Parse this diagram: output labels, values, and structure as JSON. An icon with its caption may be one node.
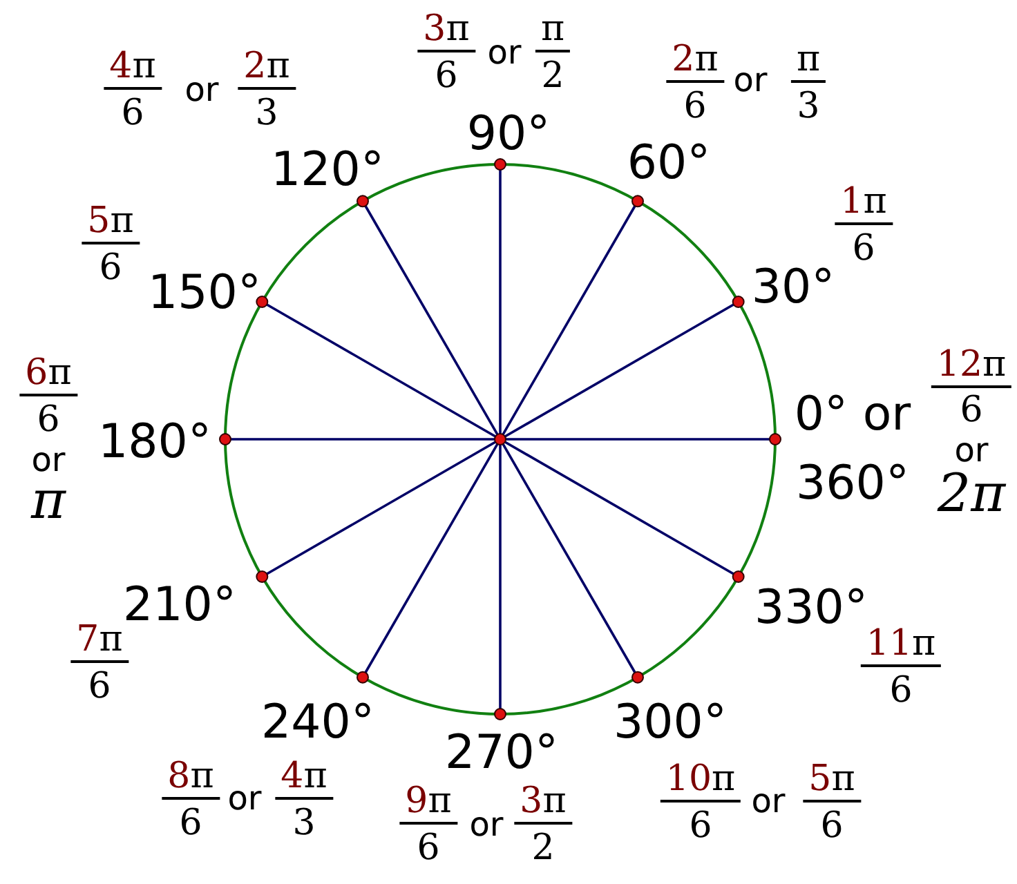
{
  "diagram": {
    "nodes": [
      {
        "text": [],
        "shape": "circle"
      },
      {
        "text": [],
        "shape": "circle",
        "beside": [
          "0° or",
          "12π",
          "6",
          "or",
          "360°",
          "2π"
        ]
      },
      {
        "text": [],
        "shape": "circle",
        "beside": [
          "1π",
          "6",
          "30°"
        ]
      },
      {
        "text": [],
        "shape": "circle",
        "beside": [
          "2π",
          "6",
          "or",
          "π",
          "3",
          "60°"
        ]
      },
      {
        "text": [],
        "shape": "circle",
        "beside": [
          "3π",
          "6",
          "or",
          "π",
          "2",
          "90°"
        ]
      },
      {
        "text": [],
        "shape": "circle",
        "beside": [
          "4π",
          "6",
          "or",
          "2π",
          "3",
          "120°"
        ]
      },
      {
        "text": [],
        "shape": "circle",
        "beside": [
          "5π",
          "6",
          "150°"
        ]
      },
      {
        "text": [],
        "shape": "circle",
        "beside": [
          "6π",
          "6",
          "180°",
          "or",
          "π"
        ]
      },
      {
        "text": [],
        "shape": "circle",
        "beside": [
          "210°",
          "7π",
          "6"
        ]
      },
      {
        "text": [],
        "shape": "circle",
        "beside": [
          "240°",
          "8π",
          "6",
          "or",
          "4π",
          "3"
        ]
      },
      {
        "text": [],
        "shape": "circle",
        "beside": [
          "270°",
          "9π",
          "6",
          "or",
          "3π",
          "2"
        ]
      },
      {
        "text": [],
        "shape": "circle",
        "beside": [
          "300°",
          "10π",
          "6",
          "or",
          "5π",
          "6"
        ]
      },
      {
        "text": [],
        "shape": "circle",
        "beside": [
          "330°",
          "11π",
          "6"
        ]
      }
    ],
    "edges": [
      {
        "from": 0,
        "to": 1,
        "arrow": "none"
      },
      {
        "from": 0,
        "to": 2,
        "arrow": "none"
      },
      {
        "from": 0,
        "to": 3,
        "arrow": "none"
      },
      {
        "from": 0,
        "to": 4,
        "arrow": "none"
      },
      {
        "from": 0,
        "to": 5,
        "arrow": "none"
      },
      {
        "from": 0,
        "to": 6,
        "arrow": "none"
      },
      {
        "from": 0,
        "to": 7,
        "arrow": "none"
      },
      {
        "from": 0,
        "to": 8,
        "arrow": "none"
      },
      {
        "from": 0,
        "to": 9,
        "arrow": "none"
      },
      {
        "from": 0,
        "to": 10,
        "arrow": "none"
      },
      {
        "from": 0,
        "to": 11,
        "arrow": "none"
      },
      {
        "from": 0,
        "to": 12,
        "arrow": "none"
      }
    ]
  }
}
